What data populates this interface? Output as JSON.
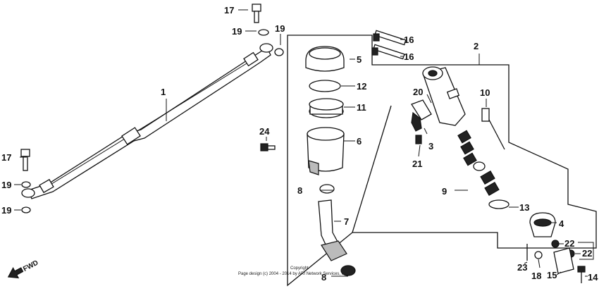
{
  "callouts": {
    "c1": "1",
    "c2": "2",
    "c3": "3",
    "c4": "4",
    "c5": "5",
    "c6": "6",
    "c7": "7",
    "c8a": "8",
    "c8b": "8",
    "c9": "9",
    "c10": "10",
    "c11": "11",
    "c12": "12",
    "c13": "13",
    "c14": "14",
    "c15": "15",
    "c16a": "16",
    "c16b": "16",
    "c17a": "17",
    "c17b": "17",
    "c18": "18",
    "c19a": "19",
    "c19b": "19",
    "c19c": "19",
    "c19d": "19",
    "c20": "20",
    "c21": "21",
    "c22a": "22",
    "c22b": "22",
    "c23": "23",
    "c24": "24"
  },
  "direction_label": "FWD",
  "copyright": {
    "line1": "Copyright",
    "line2": "Page design (c) 2004 - 2014 by ARI Network Services, Inc."
  }
}
